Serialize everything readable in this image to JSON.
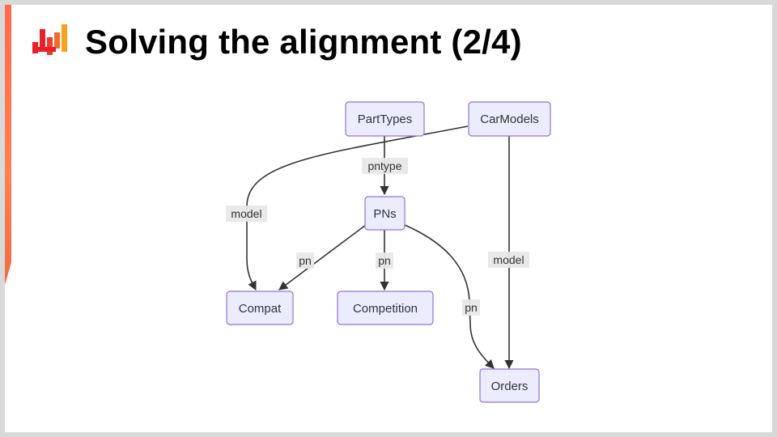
{
  "slide": {
    "title": "Solving the alignment (2/4)",
    "accent_color": "#ff6a4d",
    "logo_icon": "bar-chart-logo-icon"
  },
  "diagram": {
    "nodes": {
      "parttypes": "PartTypes",
      "carmodels": "CarModels",
      "pns": "PNs",
      "compat": "Compat",
      "competition": "Competition",
      "orders": "Orders"
    },
    "edges": {
      "parttypes_pns": "pntype",
      "carmodels_compat": "model",
      "pns_compat": "pn",
      "pns_competition": "pn",
      "pns_orders": "pn",
      "carmodels_orders": "model"
    },
    "colors": {
      "node_fill": "#ececff",
      "node_stroke": "#9370db",
      "edge": "#333333",
      "label_bg": "#e8e8e8"
    }
  }
}
